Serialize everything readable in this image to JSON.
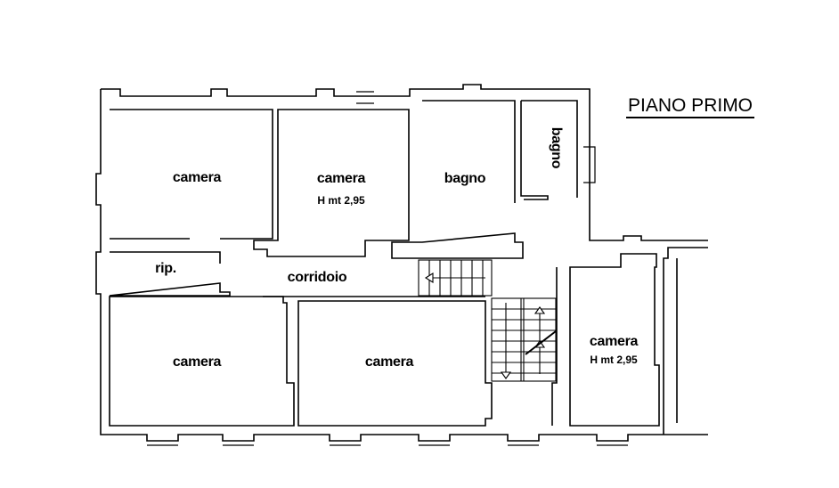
{
  "title": "PIANO PRIMO",
  "rooms": {
    "camera_nw": {
      "name": "camera"
    },
    "camera_n": {
      "name": "camera",
      "height": "H mt 2,95"
    },
    "bagno_main": {
      "name": "bagno"
    },
    "bagno_small": {
      "name": "bagno"
    },
    "rip": {
      "name": "rip."
    },
    "corridoio": {
      "name": "corridoio"
    },
    "camera_sw": {
      "name": "camera"
    },
    "camera_s": {
      "name": "camera"
    },
    "camera_e": {
      "name": "camera",
      "height": "H mt 2,95"
    }
  }
}
